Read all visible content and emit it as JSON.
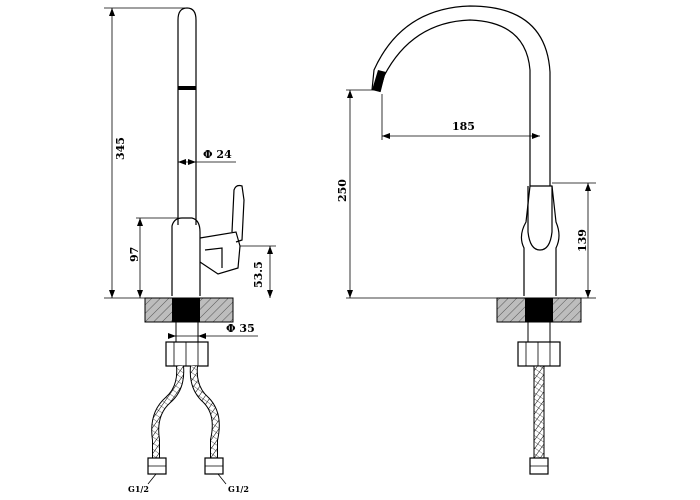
{
  "dimensions": {
    "height_total": "345",
    "diameter_spout": "Φ 24",
    "height_97": "97",
    "height_53_5": "53.5",
    "diameter_base": "Φ 35",
    "reach": "185",
    "height_250": "250",
    "height_139": "139"
  },
  "connectors": {
    "left_label": "G1/2",
    "right_label": "G1/2"
  },
  "colors": {
    "line": "#000000",
    "hatch_fill": "#bdbdbd",
    "dark_fill": "#000000"
  }
}
